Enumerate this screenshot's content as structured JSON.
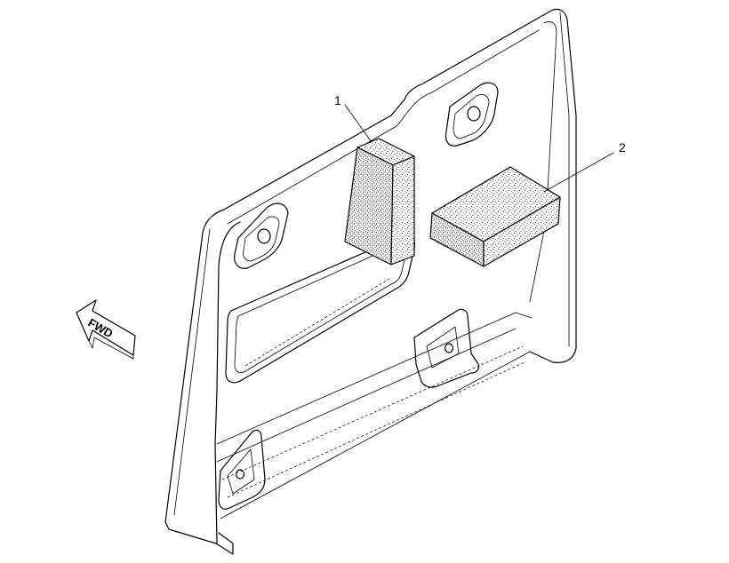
{
  "callouts": [
    {
      "id": "1",
      "label": "1"
    },
    {
      "id": "2",
      "label": "2"
    }
  ],
  "direction_arrow": {
    "label": "FWD"
  }
}
